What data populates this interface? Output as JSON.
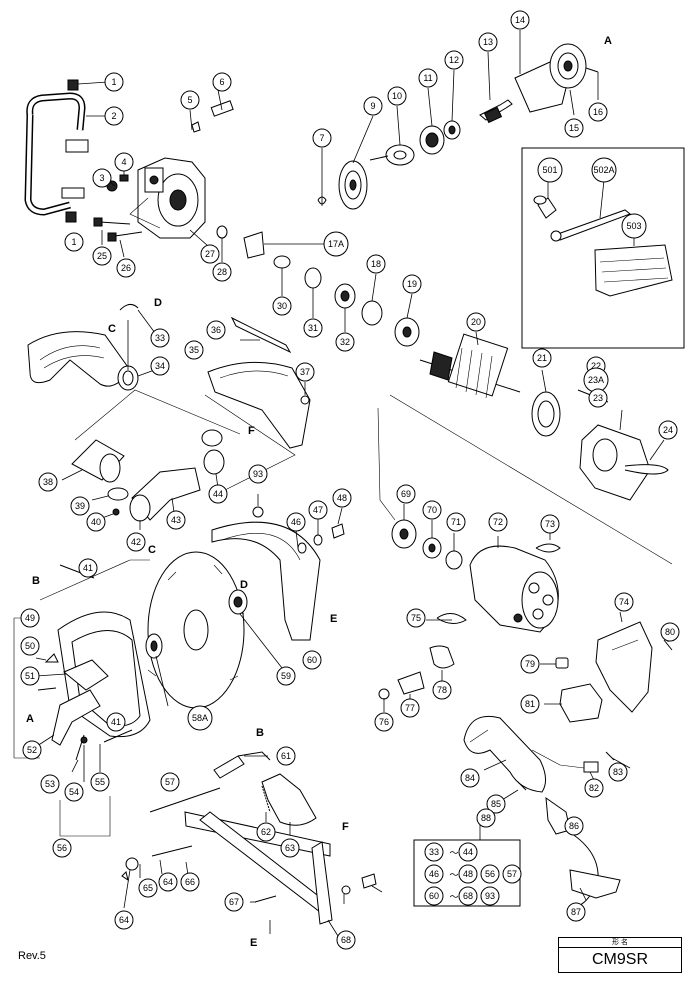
{
  "revision": "Rev.5",
  "model_box": {
    "header": "形 名",
    "model": "CM9SR"
  },
  "callouts": [
    "1",
    "2",
    "1",
    "3",
    "4",
    "5",
    "6",
    "7",
    "9",
    "10",
    "11",
    "12",
    "13",
    "14",
    "15",
    "16",
    "17A",
    "18",
    "19",
    "20",
    "21",
    "22",
    "23A",
    "23",
    "24",
    "25",
    "26",
    "27",
    "28",
    "30",
    "31",
    "32",
    "33",
    "34",
    "35",
    "36",
    "37",
    "38",
    "39",
    "40",
    "41",
    "41",
    "42",
    "43",
    "44",
    "46",
    "47",
    "48",
    "49",
    "50",
    "51",
    "52",
    "53",
    "54",
    "55",
    "56",
    "57",
    "58A",
    "59",
    "60",
    "61",
    "62",
    "63",
    "64",
    "64",
    "65",
    "66",
    "67",
    "68",
    "69",
    "70",
    "71",
    "72",
    "73",
    "74",
    "75",
    "76",
    "77",
    "78",
    "79",
    "80",
    "81",
    "82",
    "83",
    "84",
    "85",
    "86",
    "87",
    "88",
    "93",
    "501",
    "502A",
    "503"
  ],
  "letters": [
    "A",
    "A",
    "B",
    "B",
    "C",
    "C",
    "D",
    "D",
    "E",
    "E",
    "F",
    "F"
  ],
  "kit_table": {
    "rows": [
      [
        "33",
        "～",
        "44"
      ],
      [
        "46",
        "～",
        "48",
        "56",
        "57"
      ],
      [
        "60",
        "～",
        "68",
        "93"
      ]
    ]
  }
}
